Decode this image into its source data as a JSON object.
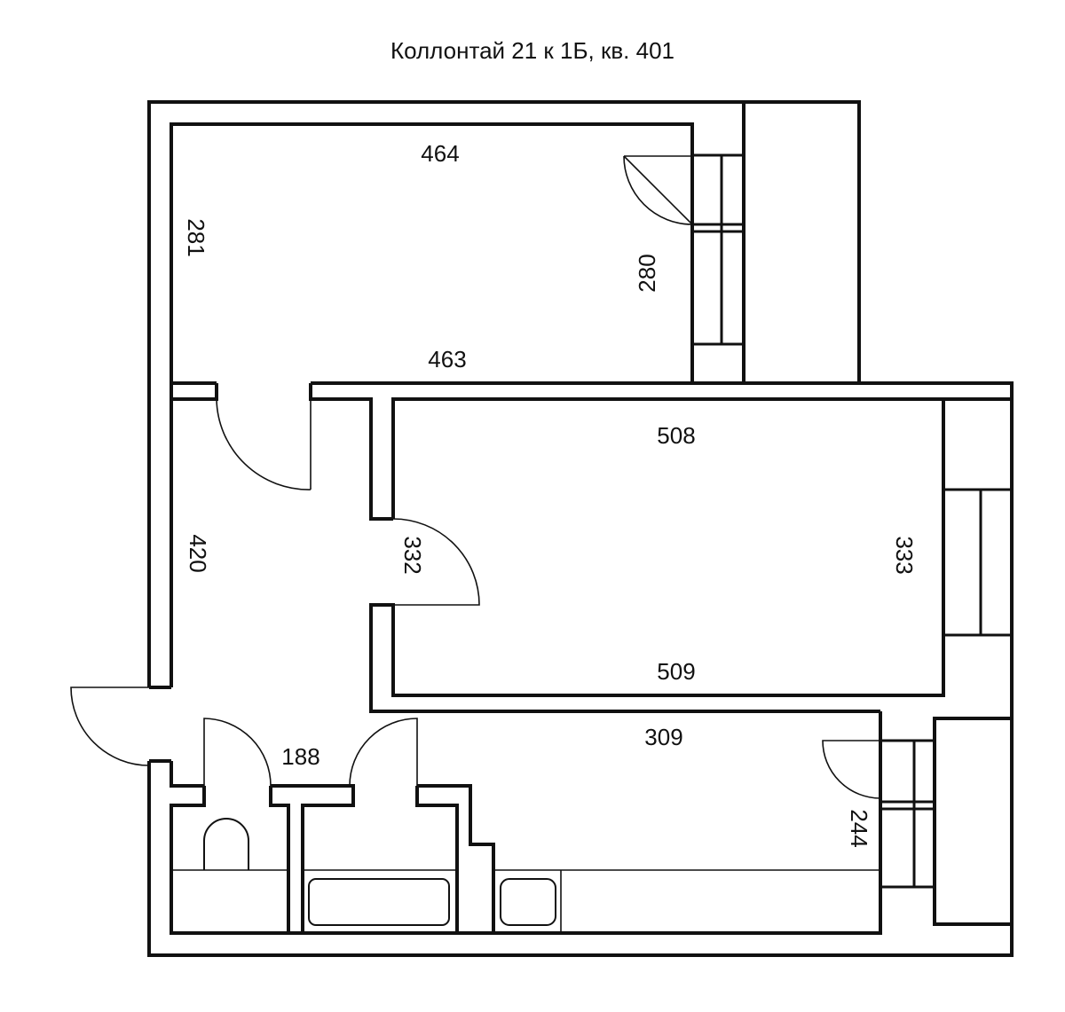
{
  "title": "Коллонтай 21 к 1Б, кв. 401",
  "colors": {
    "line": "#111111",
    "background": "#ffffff"
  },
  "dimensions": {
    "room1_top": "464",
    "room1_left": "281",
    "room1_right": "280",
    "room1_bottom": "463",
    "room2_top": "508",
    "room2_left": "332",
    "room2_right": "333",
    "room2_bottom": "509",
    "hall_left": "420",
    "corridor_width": "188",
    "kitchen_top": "309",
    "kitchen_right": "244"
  }
}
